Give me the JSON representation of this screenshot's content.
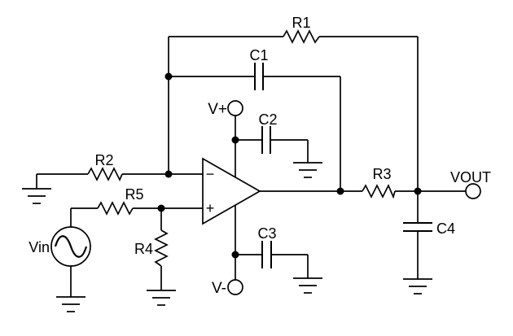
{
  "diagram": {
    "type": "circuit-schematic",
    "background_color": "#ffffff",
    "line_color": "#000000",
    "components": {
      "r1": "R1",
      "r2": "R2",
      "r3": "R3",
      "r4": "R4",
      "r5": "R5",
      "c1": "C1",
      "c2": "C2",
      "c3": "C3",
      "c4": "C4",
      "vin": "Vin",
      "vout": "VOUT",
      "v_plus": "V+",
      "v_minus": "V-",
      "opamp_inverting": "−",
      "opamp_noninverting": "+"
    }
  }
}
